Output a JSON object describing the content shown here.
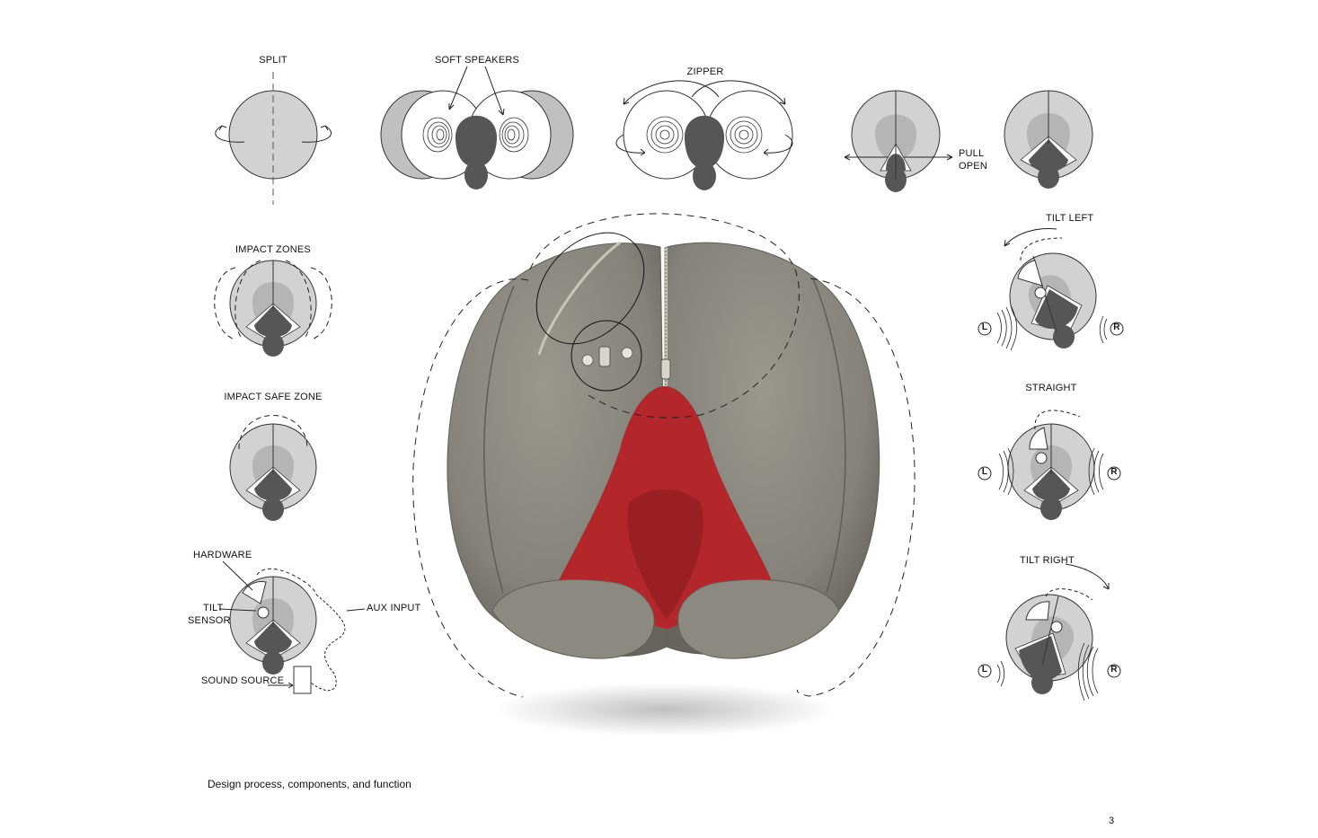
{
  "labels": {
    "split": "SPLIT",
    "soft_speakers": "SOFT SPEAKERS",
    "zipper": "ZIPPER",
    "pull_open_1": "PULL",
    "pull_open_2": "OPEN",
    "impact_zones": "IMPACT ZONES",
    "impact_safe_zone": "IMPACT SAFE ZONE",
    "hardware": "HARDWARE",
    "tilt_sensor_1": "TILT",
    "tilt_sensor_2": "SENSOR",
    "aux_input": "AUX INPUT",
    "sound_source": "SOUND SOURCE",
    "tilt_left": "TILT LEFT",
    "straight": "STRAIGHT",
    "tilt_right": "TILT RIGHT",
    "left_marker": "L",
    "right_marker": "R"
  },
  "caption": "Design process, components, and function",
  "page_number": "3",
  "colors": {
    "pillow_gray": "#8a877c",
    "pillow_shadow": "#5f5d55",
    "inner_red": "#b3262a",
    "shell_light": "#d2d2d2",
    "shell_mid": "#b5b5b5",
    "head_dark": "#565656",
    "line": "#222222"
  }
}
